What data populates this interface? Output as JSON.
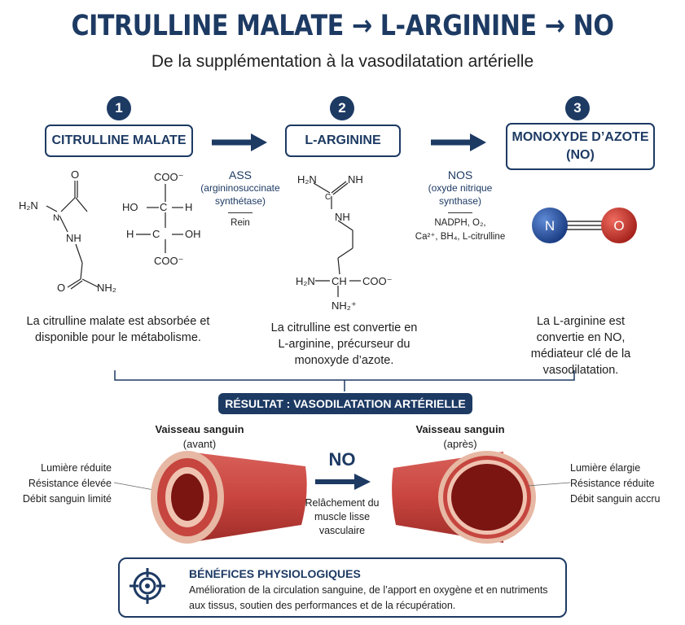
{
  "header": {
    "title": "CITRULLINE MALATE → L-ARGININE → NO",
    "subtitle": "De la supplémentation à la vasodilatation artérielle"
  },
  "steps": [
    {
      "number": "1",
      "label": "CITRULLINE MALATE",
      "description": "La citrulline malate est absorbée et disponible pour le métabolisme."
    },
    {
      "number": "2",
      "label": "L-ARGININE",
      "description": "La citrulline est convertie en L-arginine, précurseur du monoxyde d’azote."
    },
    {
      "number": "3",
      "label_line1": "MONOXYDE D’AZOTE",
      "label_line2": "(NO)",
      "description": "La L-arginine est convertie en NO, médiateur clé de la vasodilatation."
    }
  ],
  "enzymes": [
    {
      "name": "ASS",
      "full_line1": "(argininosuccinate",
      "full_line2": "synthétase)",
      "context": "Rein"
    },
    {
      "name": "NOS",
      "full_line1": "(oxyde nitrique",
      "full_line2": "synthase)",
      "cofactors_line1": "NADPH, O₂,",
      "cofactors_line2": "Ca²⁺, BH₄, L-citrulline"
    }
  ],
  "molecule": {
    "atom_left": "N",
    "atom_right": "O"
  },
  "result": {
    "label": "RÉSULTAT : VASODILATATION ARTÉRIELLE",
    "before": {
      "title": "Vaisseau sanguin",
      "state": "(avant)",
      "effects": [
        "Lumière réduite",
        "Résistance élevée",
        "Débit sanguin limité"
      ]
    },
    "after": {
      "title": "Vaisseau sanguin",
      "state": "(après)",
      "effects": [
        "Lumière élargie",
        "Résistance réduite",
        "Débit sanguin accru"
      ]
    },
    "agent": "NO",
    "mechanism_line1": "Relâchement du",
    "mechanism_line2": "muscle lisse",
    "mechanism_line3": "vasculaire"
  },
  "benefits": {
    "icon": "target-icon",
    "title": "BÉNÉFICES PHYSIOLOGIQUES",
    "text": "Amélioration de la circulation sanguine, de l’apport en oxygène et en nutriments aux tissus, soutien des performances et de la récupération."
  },
  "colors": {
    "navy": "#1d3a63",
    "vessel_red": "#c9453f",
    "o_red": "#c42a22",
    "n_blue": "#1f4a9a"
  }
}
